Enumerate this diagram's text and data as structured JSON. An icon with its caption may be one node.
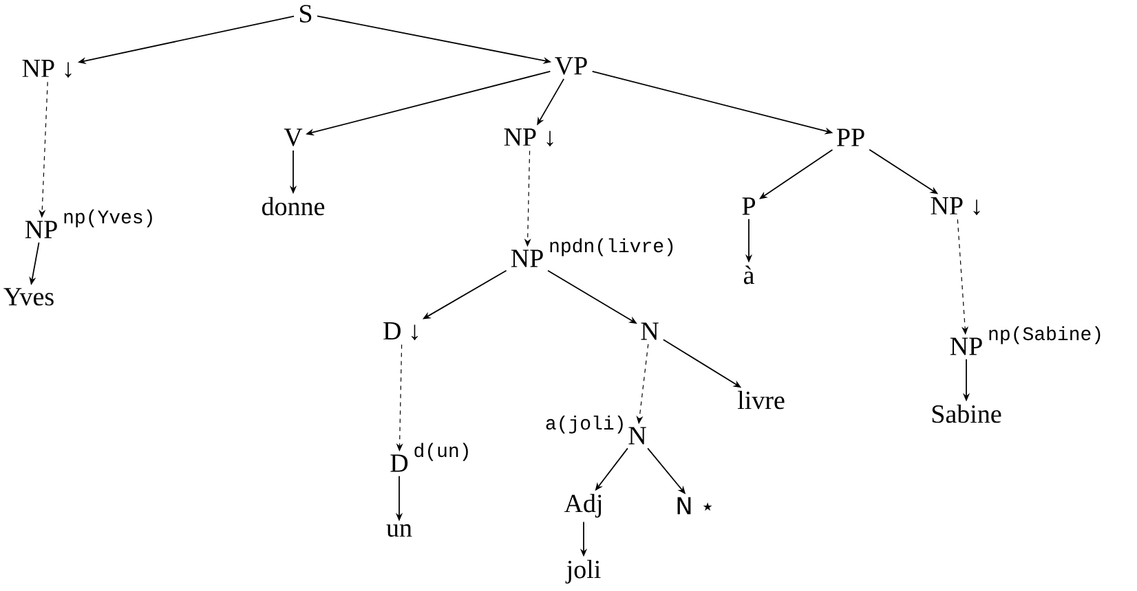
{
  "diagram": {
    "nodes": [
      {
        "text": [
          "S"
        ]
      },
      {
        "text": [
          "NP ↓"
        ]
      },
      {
        "text": [
          "VP"
        ]
      },
      {
        "text": [
          "V"
        ]
      },
      {
        "text": [
          "NP ↓"
        ]
      },
      {
        "text": [
          "PP"
        ]
      },
      {
        "text": [
          "NP"
        ],
        "beside": [
          "np(Yves)"
        ]
      },
      {
        "text": [
          "donne"
        ]
      },
      {
        "text": [
          "P"
        ]
      },
      {
        "text": [
          "NP ↓"
        ]
      },
      {
        "text": [
          "NP"
        ],
        "beside": [
          "npdn(livre)"
        ]
      },
      {
        "text": [
          "Yves"
        ]
      },
      {
        "text": [
          "à"
        ]
      },
      {
        "text": [
          "NP"
        ],
        "beside": [
          "np(Sabine)"
        ]
      },
      {
        "text": [
          "D ↓"
        ]
      },
      {
        "text": [
          "N"
        ]
      },
      {
        "text": [
          "Sabine"
        ]
      },
      {
        "text": [
          "D"
        ],
        "beside": [
          "d(un)"
        ]
      },
      {
        "text": [
          "N"
        ],
        "beside": [
          "a(joli)"
        ]
      },
      {
        "text": [
          "livre"
        ]
      },
      {
        "text": [
          "un"
        ]
      },
      {
        "text": [
          "Adj"
        ]
      },
      {
        "text": [
          "N ⋆"
        ]
      },
      {
        "text": [
          "joli"
        ]
      }
    ],
    "edges": [
      {
        "from": 0,
        "to": 1,
        "arrow": "to"
      },
      {
        "from": 0,
        "to": 2,
        "arrow": "to"
      },
      {
        "from": 1,
        "to": 6,
        "arrow": "to",
        "style": "dashed"
      },
      {
        "from": 6,
        "to": 11,
        "arrow": "to"
      },
      {
        "from": 2,
        "to": 3,
        "arrow": "to"
      },
      {
        "from": 2,
        "to": 4,
        "arrow": "to"
      },
      {
        "from": 2,
        "to": 5,
        "arrow": "to"
      },
      {
        "from": 3,
        "to": 7,
        "arrow": "to"
      },
      {
        "from": 4,
        "to": 10,
        "arrow": "to",
        "style": "dashed"
      },
      {
        "from": 5,
        "to": 8,
        "arrow": "to"
      },
      {
        "from": 5,
        "to": 9,
        "arrow": "to"
      },
      {
        "from": 8,
        "to": 12,
        "arrow": "to"
      },
      {
        "from": 9,
        "to": 13,
        "arrow": "to",
        "style": "dashed"
      },
      {
        "from": 13,
        "to": 16,
        "arrow": "to"
      },
      {
        "from": 10,
        "to": 14,
        "arrow": "to"
      },
      {
        "from": 10,
        "to": 15,
        "arrow": "to"
      },
      {
        "from": 14,
        "to": 17,
        "arrow": "to",
        "style": "dashed"
      },
      {
        "from": 15,
        "to": 18,
        "arrow": "to",
        "style": "dashed"
      },
      {
        "from": 15,
        "to": 19,
        "arrow": "to"
      },
      {
        "from": 17,
        "to": 20,
        "arrow": "to"
      },
      {
        "from": 18,
        "to": 21,
        "arrow": "to"
      },
      {
        "from": 18,
        "to": 22,
        "arrow": "to"
      },
      {
        "from": 21,
        "to": 23,
        "arrow": "to"
      }
    ]
  }
}
